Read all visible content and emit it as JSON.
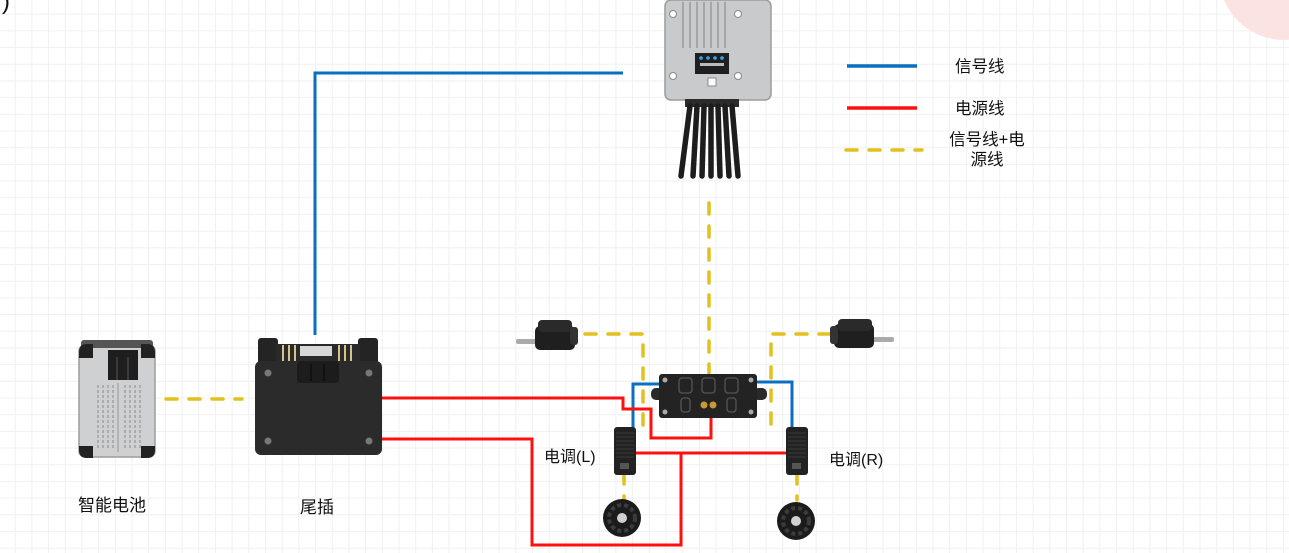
{
  "diagram": {
    "title_fragment": ")",
    "legend": [
      {
        "label": "信号线",
        "style": "solid",
        "color": "#0a6fc2"
      },
      {
        "label": "电源线",
        "style": "solid",
        "color": "#ff1010"
      },
      {
        "label": "信号线+电\n源线",
        "style": "dashed",
        "color": "#e2c11e"
      }
    ],
    "legend_labels": {
      "signal": "信号线",
      "power": "电源线",
      "combined_line1": "信号线+电",
      "combined_line2": "源线"
    },
    "components": {
      "battery": {
        "label": "智能电池",
        "icon": "smart-battery-icon"
      },
      "tail_plug": {
        "label": "尾插",
        "icon": "tail-plug-connector-icon"
      },
      "controller": {
        "label": "",
        "icon": "main-controller-unit-icon"
      },
      "hub": {
        "label": "",
        "icon": "distribution-hub-icon"
      },
      "esc_left": {
        "label": "电调(L)",
        "icon": "esc-icon"
      },
      "esc_right": {
        "label": "电调(R)",
        "icon": "esc-icon"
      },
      "servo_left": {
        "icon": "servo-motor-icon"
      },
      "servo_right": {
        "icon": "servo-motor-icon"
      },
      "motor_left": {
        "icon": "brushless-motor-icon"
      },
      "motor_right": {
        "icon": "brushless-motor-icon"
      }
    },
    "colors": {
      "signal": "#0a6fc2",
      "power": "#ff1010",
      "combined": "#e2c11e"
    },
    "connections": [
      {
        "from": "tail_plug",
        "to": "controller",
        "type": "signal"
      },
      {
        "from": "battery",
        "to": "tail_plug",
        "type": "combined"
      },
      {
        "from": "controller",
        "to": "hub",
        "type": "combined"
      },
      {
        "from": "servo_left",
        "to": "hub",
        "type": "combined"
      },
      {
        "from": "servo_right",
        "to": "hub",
        "type": "combined"
      },
      {
        "from": "hub",
        "to": "esc_left",
        "type": "signal"
      },
      {
        "from": "hub",
        "to": "esc_right",
        "type": "signal"
      },
      {
        "from": "tail_plug",
        "to": "hub",
        "type": "power"
      },
      {
        "from": "tail_plug",
        "to": "esc_left",
        "type": "power"
      },
      {
        "from": "tail_plug",
        "to": "esc_right",
        "type": "power"
      },
      {
        "from": "esc_left",
        "to": "motor_left",
        "type": "combined"
      },
      {
        "from": "esc_right",
        "to": "motor_right",
        "type": "combined"
      }
    ]
  }
}
